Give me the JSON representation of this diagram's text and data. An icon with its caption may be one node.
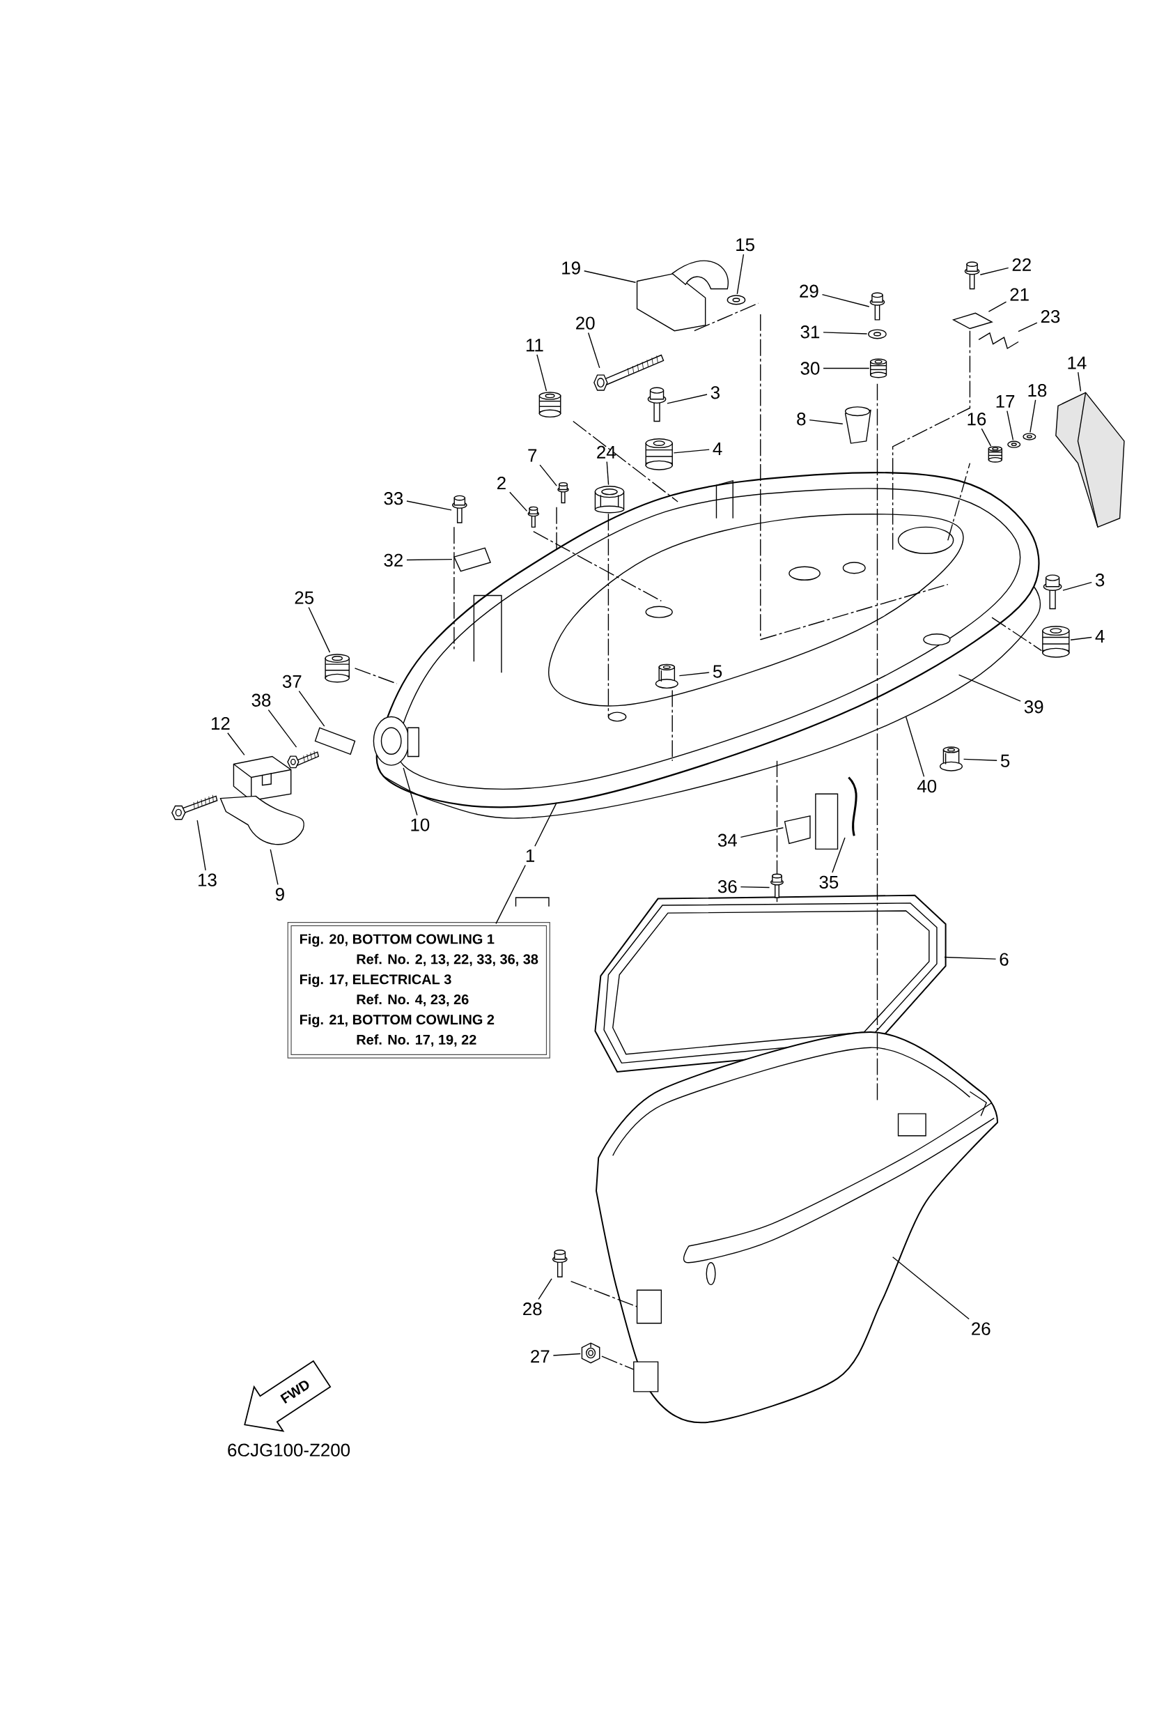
{
  "diagram": {
    "nodes": [
      {
        "text": [
          "15"
        ]
      },
      {
        "text": [
          "22"
        ]
      },
      {
        "text": [
          "19"
        ]
      },
      {
        "text": [
          "29"
        ]
      },
      {
        "text": [
          "21"
        ]
      },
      {
        "text": [
          "23"
        ]
      },
      {
        "text": [
          "20"
        ]
      },
      {
        "text": [
          "31"
        ]
      },
      {
        "text": [
          "11"
        ]
      },
      {
        "text": [
          "14"
        ]
      },
      {
        "text": [
          "30"
        ]
      },
      {
        "text": [
          "18"
        ]
      },
      {
        "text": [
          "3"
        ]
      },
      {
        "text": [
          "17"
        ]
      },
      {
        "text": [
          "8"
        ]
      },
      {
        "text": [
          "16"
        ]
      },
      {
        "text": [
          "4"
        ]
      },
      {
        "text": [
          "24"
        ]
      },
      {
        "text": [
          "7"
        ]
      },
      {
        "text": [
          "2"
        ]
      },
      {
        "text": [
          "33"
        ]
      },
      {
        "text": [
          "32"
        ]
      },
      {
        "text": [
          "3"
        ]
      },
      {
        "text": [
          "25"
        ]
      },
      {
        "text": [
          "4"
        ]
      },
      {
        "text": [
          "5"
        ]
      },
      {
        "text": [
          "37"
        ]
      },
      {
        "text": [
          "38"
        ]
      },
      {
        "text": [
          "39"
        ]
      },
      {
        "text": [
          "12"
        ]
      },
      {
        "text": [
          "5"
        ]
      },
      {
        "text": [
          "40"
        ]
      },
      {
        "text": [
          "10"
        ]
      },
      {
        "text": [
          "34"
        ]
      },
      {
        "text": [
          "1"
        ]
      },
      {
        "text": [
          "13"
        ]
      },
      {
        "text": [
          "35"
        ]
      },
      {
        "text": [
          "36"
        ]
      },
      {
        "text": [
          "9"
        ]
      },
      {
        "text": [
          "Fig. 20, BOTTOM COWLING 1",
          "Ref. No. 2, 13, 22, 33, 36, 38",
          "Fig. 17, ELECTRICAL 3",
          "Ref. No. 4, 23, 26",
          "Fig. 21, BOTTOM COWLING 2",
          "Ref. No. 17, 19, 22"
        ]
      },
      {
        "text": [
          "6"
        ]
      },
      {
        "text": [
          "28"
        ]
      },
      {
        "text": [
          "26"
        ]
      },
      {
        "text": [
          "27"
        ]
      },
      {
        "text": [],
        "shape": "picture"
      },
      {
        "text": [],
        "shape": "picture"
      },
      {
        "text": [],
        "shape": "picture"
      },
      {
        "text": [],
        "shape": "picture"
      },
      {
        "text": [],
        "shape": "picture"
      },
      {
        "text": [],
        "shape": "picture"
      },
      {
        "text": [],
        "shape": "picture"
      },
      {
        "text": [],
        "shape": "picture"
      },
      {
        "text": [],
        "shape": "picture"
      },
      {
        "text": [],
        "shape": "picture"
      },
      {
        "text": [],
        "shape": "picture"
      },
      {
        "text": [],
        "shape": "picture"
      },
      {
        "text": [],
        "shape": "picture"
      },
      {
        "text": [],
        "shape": "picture"
      },
      {
        "text": [],
        "shape": "picture"
      },
      {
        "text": [],
        "shape": "picture"
      },
      {
        "text": [],
        "shape": "picture"
      },
      {
        "text": [],
        "shape": "picture"
      },
      {
        "text": [],
        "shape": "picture"
      },
      {
        "text": [],
        "shape": "picture"
      },
      {
        "text": [],
        "shape": "picture"
      },
      {
        "text": [],
        "shape": "picture"
      },
      {
        "text": [],
        "shape": "picture"
      },
      {
        "text": [],
        "shape": "picture"
      },
      {
        "text": [],
        "shape": "picture"
      },
      {
        "text": [],
        "shape": "picture"
      },
      {
        "text": [],
        "shape": "picture"
      },
      {
        "text": [],
        "shape": "picture"
      },
      {
        "text": [],
        "shape": "picture"
      },
      {
        "text": [],
        "shape": "picture"
      },
      {
        "text": [],
        "shape": "picture"
      },
      {
        "text": [],
        "shape": "picture"
      },
      {
        "text": [],
        "shape": "picture"
      },
      {
        "text": [],
        "shape": "picture"
      },
      {
        "text": [],
        "shape": "picture"
      },
      {
        "text": [],
        "shape": "picture"
      },
      {
        "text": [],
        "shape": "picture"
      },
      {
        "text": [],
        "shape": "picture"
      }
    ],
    "edges": [
      {
        "from": 0,
        "to": 44,
        "arrow": "none"
      },
      {
        "from": 1,
        "to": 45,
        "arrow": "none"
      },
      {
        "from": 2,
        "to": 46,
        "arrow": "none"
      },
      {
        "from": 3,
        "to": 47,
        "arrow": "none"
      },
      {
        "from": 4,
        "to": 48,
        "arrow": "none"
      },
      {
        "from": 5,
        "to": 49,
        "arrow": "none"
      },
      {
        "from": 6,
        "to": 50,
        "arrow": "none"
      },
      {
        "from": 7,
        "to": 51,
        "arrow": "none"
      },
      {
        "from": 8,
        "to": 52,
        "arrow": "none"
      },
      {
        "from": 9,
        "to": 53,
        "arrow": "none"
      },
      {
        "from": 10,
        "to": 54,
        "arrow": "none"
      },
      {
        "from": 11,
        "to": 55,
        "arrow": "none"
      },
      {
        "from": 12,
        "to": 56,
        "arrow": "none"
      },
      {
        "from": 13,
        "to": 57,
        "arrow": "none"
      },
      {
        "from": 14,
        "to": 58,
        "arrow": "none"
      },
      {
        "from": 15,
        "to": 59,
        "arrow": "none"
      },
      {
        "from": 16,
        "to": 60,
        "arrow": "none"
      },
      {
        "from": 17,
        "to": 61,
        "arrow": "none"
      },
      {
        "from": 18,
        "to": 62,
        "arrow": "none"
      },
      {
        "from": 19,
        "to": 63,
        "arrow": "none"
      },
      {
        "from": 20,
        "to": 64,
        "arrow": "none"
      },
      {
        "from": 21,
        "to": 65,
        "arrow": "none"
      },
      {
        "from": 22,
        "to": 66,
        "arrow": "none"
      },
      {
        "from": 23,
        "to": 67,
        "arrow": "none"
      },
      {
        "from": 24,
        "to": 68,
        "arrow": "none"
      },
      {
        "from": 25,
        "to": 69,
        "arrow": "none"
      },
      {
        "from": 26,
        "to": 70,
        "arrow": "none"
      },
      {
        "from": 27,
        "to": 71,
        "arrow": "none"
      },
      {
        "from": 28,
        "to": null,
        "arrow": "none"
      },
      {
        "from": 29,
        "to": 72,
        "arrow": "none"
      },
      {
        "from": 30,
        "to": 73,
        "arrow": "none"
      },
      {
        "from": 31,
        "to": null,
        "arrow": "none"
      },
      {
        "from": 32,
        "to": 74,
        "arrow": "none"
      },
      {
        "from": 33,
        "to": 75,
        "arrow": "none"
      },
      {
        "from": 34,
        "to": null,
        "arrow": "none"
      },
      {
        "from": 34,
        "to": 39,
        "arrow": "none"
      },
      {
        "from": 35,
        "to": 76,
        "arrow": "none"
      },
      {
        "from": 36,
        "to": 77,
        "arrow": "none"
      },
      {
        "from": 37,
        "to": 78,
        "arrow": "none"
      },
      {
        "from": 38,
        "to": 79,
        "arrow": "none"
      },
      {
        "from": 40,
        "to": null,
        "arrow": "none"
      },
      {
        "from": 41,
        "to": 80,
        "arrow": "none"
      },
      {
        "from": 42,
        "to": null,
        "arrow": "none"
      },
      {
        "from": 43,
        "to": 81,
        "arrow": "none"
      }
    ],
    "labels": [
      "FWD",
      "6CJG100-Z200"
    ]
  }
}
